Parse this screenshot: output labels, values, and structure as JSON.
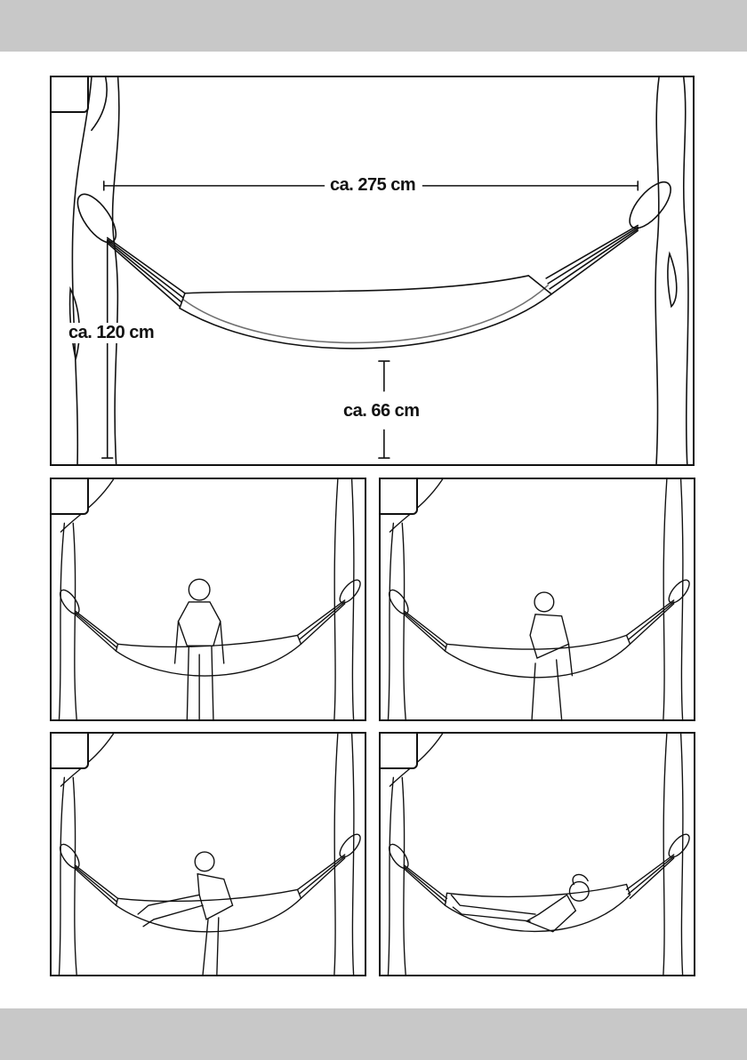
{
  "figure": {
    "panel_count": 5,
    "dimensions": {
      "width_label": "ca. 275 cm",
      "height_label": "ca. 120 cm",
      "clearance_label": "ca. 66 cm"
    },
    "steps": [
      {
        "panel": 2,
        "pose": "standing"
      },
      {
        "panel": 3,
        "pose": "sitting"
      },
      {
        "panel": 4,
        "pose": "swinging legs in"
      },
      {
        "panel": 5,
        "pose": "lying"
      }
    ]
  }
}
